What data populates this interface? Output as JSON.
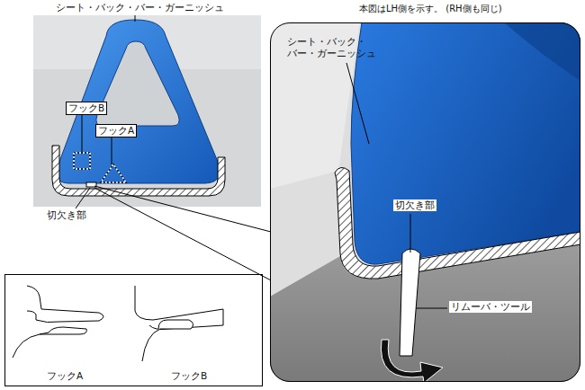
{
  "diagram": {
    "nodes": [
      {
        "text": [
          "本図はLH側を示す。 (RH側も同じ)",
          "シート・バック・ バー・ガーニッシュ",
          "切欠き部",
          "リムーバ・ツール"
        ]
      },
      {
        "text": [
          "フックA",
          "フックB"
        ]
      }
    ],
    "labels": [
      "シート・バック・バー・ガーニッシュ",
      "フックB",
      "フックA",
      "切欠き部"
    ]
  }
}
